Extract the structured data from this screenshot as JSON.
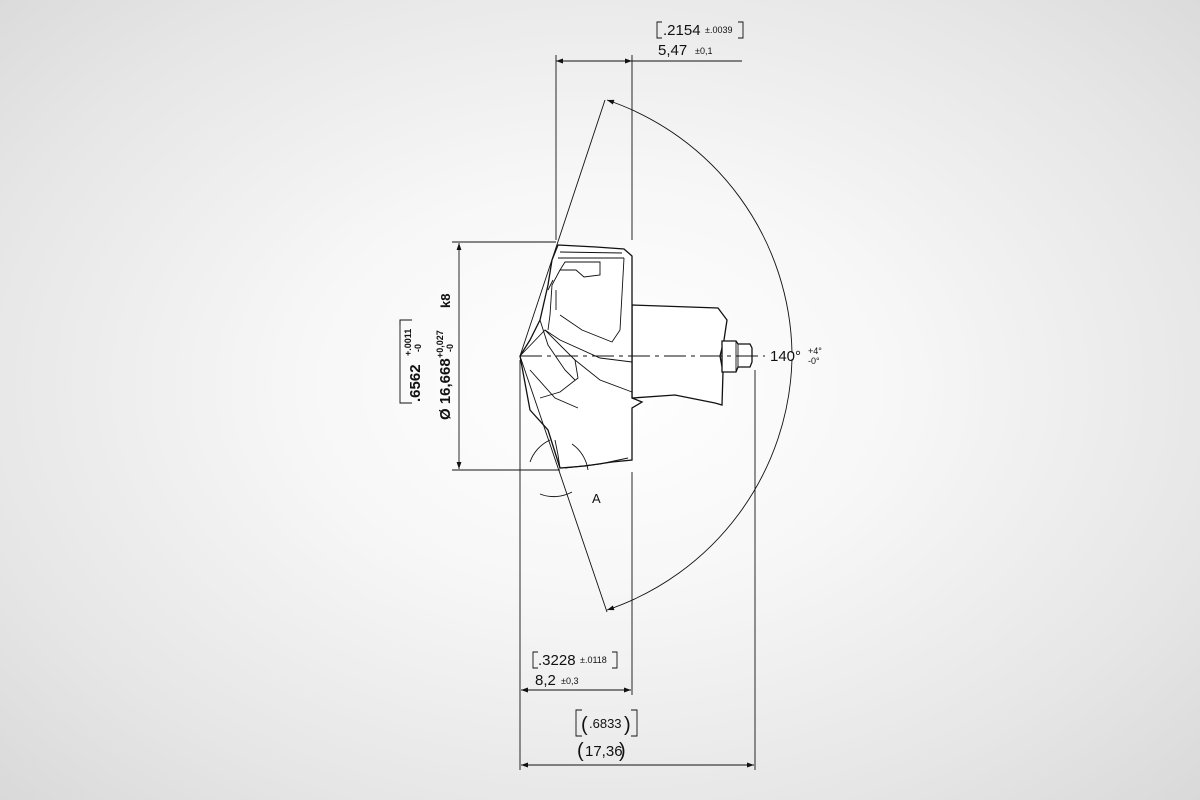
{
  "top_dim": {
    "inch": ".2154",
    "inch_tol": "±.0039",
    "mm": "5,47",
    "mm_tol": "±0,1"
  },
  "diameter": {
    "inch": ".6562",
    "inch_tol_upper": "+.0011",
    "inch_tol_lower": "-0",
    "mm": "Ø 16,668",
    "mm_tol_upper": "+0,027",
    "mm_tol_lower": "-0",
    "fit": "k8"
  },
  "angle": {
    "value": "140°",
    "tol_upper": "+4°",
    "tol_lower": "-0°"
  },
  "detail_label": "A",
  "bottom_dim": {
    "inch": ".3228",
    "inch_tol": "±.0118",
    "mm": "8,2",
    "mm_tol": "±0,3"
  },
  "overall": {
    "inch": ".6833",
    "mm": "17,36"
  }
}
